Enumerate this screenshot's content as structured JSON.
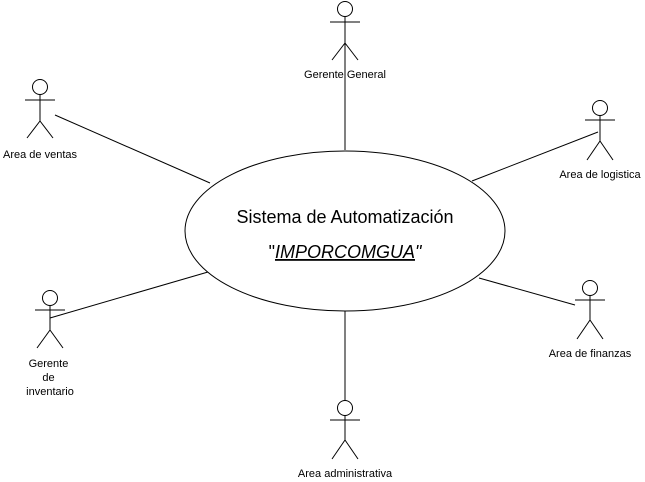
{
  "system": {
    "title": "Sistema de Automatización",
    "subtitle_prefix": "\"",
    "subtitle_name": "IMPORCOMGUA",
    "subtitle_suffix": "\""
  },
  "actors": {
    "gerente_general": "Gerente General",
    "area_ventas": "Area de ventas",
    "area_logistica": "Area de logistica",
    "gerente_inventario_line1": "Gerente",
    "gerente_inventario_line2": "de",
    "gerente_inventario_line3": "inventario",
    "area_finanzas": "Area de finanzas",
    "area_administrativa": "Area administrativa"
  },
  "colors": {
    "stroke": "#000000",
    "background": "#ffffff"
  }
}
